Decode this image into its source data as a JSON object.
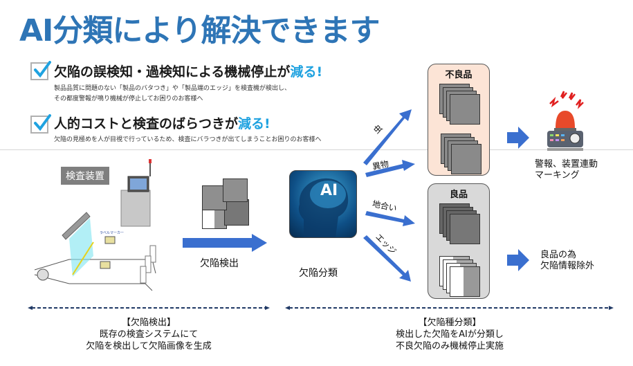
{
  "title": "AI分類により解決できます",
  "benefits": [
    {
      "heading": "欠陥の誤検知・過検知による機械停止が",
      "highlight": "減る!",
      "desc_lines": [
        "製品品質に問題のない「製品のバタつき」や「製品端のエッジ」を検査機が検出し、",
        "その都度警報が鳴り機械が停止してお困りのお客様へ"
      ]
    },
    {
      "heading": "人的コストと検査のばらつきが",
      "highlight": "減る!",
      "desc_lines": [
        "欠陥の見極めを人が目視で行っているため、検査にバラつきが出てしまうことお困りのお客様へ"
      ]
    }
  ],
  "inspection_device_label": "検査装置",
  "label_marker_text": "ラベルマーカー",
  "step_detect_label": "欠陥検出",
  "step_classify_label": "欠陥分類",
  "ai_icon_text": "AI",
  "categories": [
    "虫",
    "異物",
    "地合い",
    "エッジ"
  ],
  "bad_box_title": "不良品",
  "good_box_title": "良品",
  "bad_result_lines": [
    "警報、装置連動",
    "マーキング"
  ],
  "good_result_lines": [
    "良品の為",
    "欠陥情報除外"
  ],
  "sections": [
    {
      "title": "【欠陥検出】",
      "lines": [
        "既存の検査システムにて",
        "欠陥を検出して欠陥画像を生成"
      ]
    },
    {
      "title": "【欠陥種分類】",
      "lines": [
        "検出した欠陥をAIが分類し",
        "不良欠陥のみ機械停止実施"
      ]
    }
  ],
  "colors": {
    "title": "#2e75b6",
    "highlight": "#1fa2e0",
    "arrow": "#3a6fcf",
    "bad_box": "#fce4d6",
    "good_box": "#d9d9d9"
  }
}
